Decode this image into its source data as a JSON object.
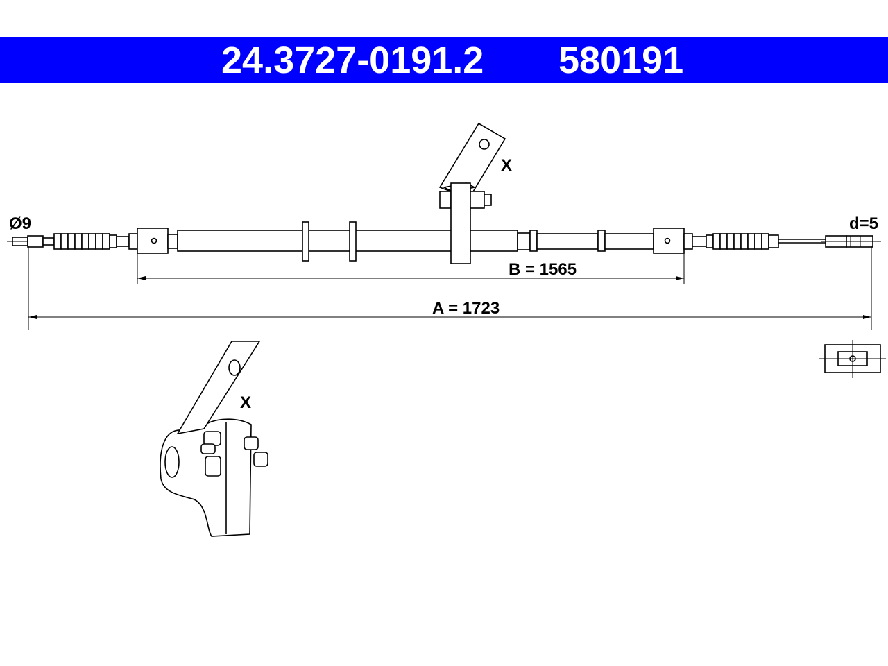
{
  "header": {
    "part_number": "24.3727-0191.2",
    "ref_number": "580191",
    "color": "#0000ff"
  },
  "labels": {
    "diameter": "Ø9",
    "end_diameter": "d=5",
    "dim_b": "B = 1565",
    "dim_a": "A = 1723",
    "bracket_mark_top": "X",
    "bracket_mark_detail": "X"
  }
}
